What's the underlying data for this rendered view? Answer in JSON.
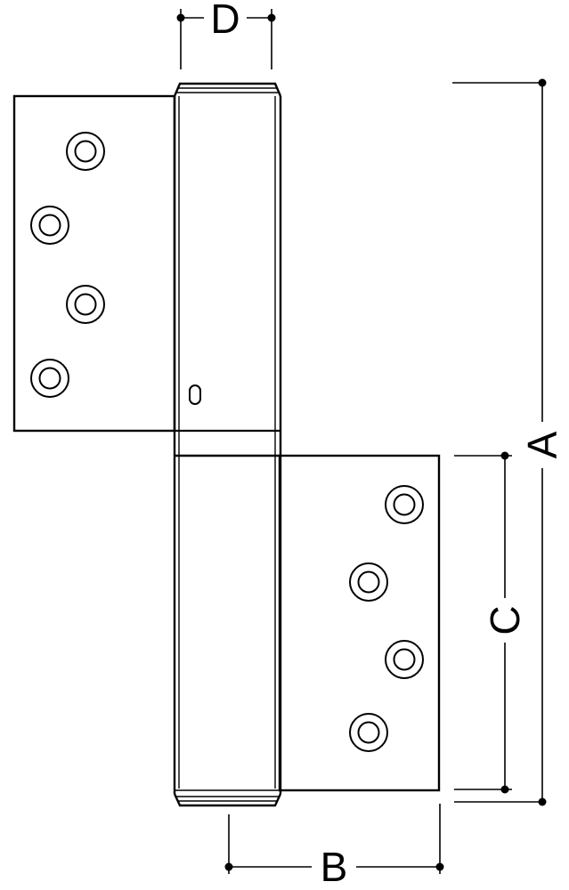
{
  "dimensions": {
    "height_label": "A",
    "leaf_width_label": "B",
    "leaf_height_label": "C",
    "knuckle_diameter_label": "D"
  }
}
